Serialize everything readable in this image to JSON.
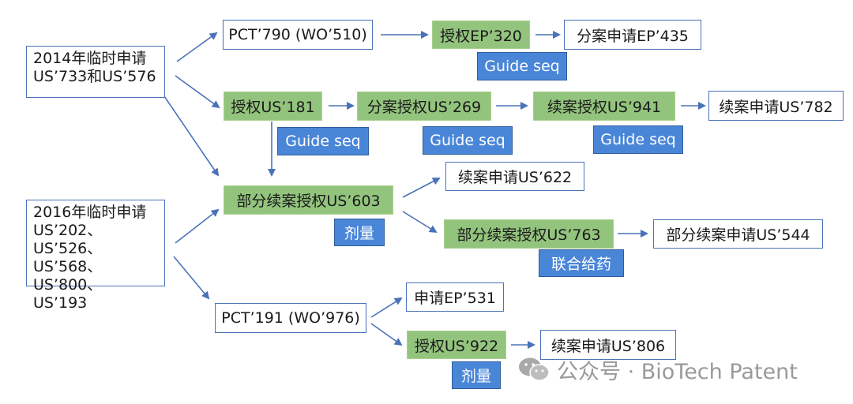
{
  "nodes": {
    "prov2014": [
      "2014年临时申请",
      "US’733和US’576"
    ],
    "prov2016": [
      "2016年临时申请",
      "US’202、US’526、",
      "US’568、US’800、",
      "US’193"
    ],
    "pct790": "PCT’790 (WO’510)",
    "ep320": "授权EP’320",
    "ep435": "分案申请EP’435",
    "us181": "授权US’181",
    "us269": "分案授权US’269",
    "us941": "续案授权US’941",
    "us782": "续案申请US’782",
    "us603": "部分续案授权US’603",
    "us622": "续案申请US’622",
    "us763": "部分续案授权US’763",
    "us544": "部分续案申请US’544",
    "pct191": "PCT’191 (WO’976)",
    "ep531": "申请EP’531",
    "us922": "授权US’922",
    "us806": "续案申请US’806"
  },
  "tags": {
    "guide_seq": "Guide seq",
    "dosage": "剂量",
    "combo": "联合给药"
  },
  "watermark": "公众号 · BioTech Patent",
  "colors": {
    "arrow": "#4a72b8",
    "granted": "#93c47d",
    "tag": "#4a86d8"
  }
}
